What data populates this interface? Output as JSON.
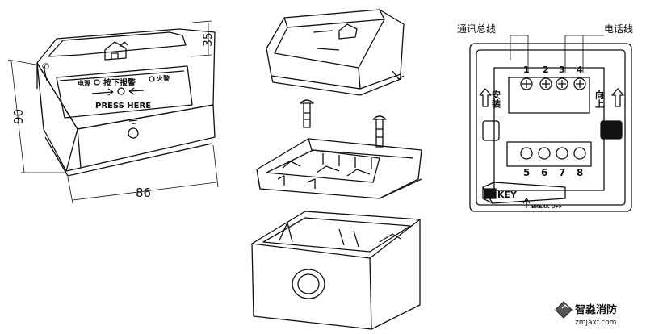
{
  "left_device": {
    "dimensions": {
      "height": "35",
      "depth": "90",
      "width": "86"
    },
    "front_label_cn": "按下报警",
    "front_label_en": "PRESS HERE",
    "indicator_left": "电源",
    "indicator_right": "火警",
    "phone_glyph": "✆"
  },
  "terminal_panel": {
    "bus_label": "通讯总线",
    "phone_label": "电话线",
    "top_terminals": [
      "1",
      "2",
      "3",
      "4"
    ],
    "bottom_terminals": [
      "5",
      "6",
      "7",
      "8"
    ],
    "left_side_text": "安装",
    "right_side_text": "向上",
    "key_label": "KEY",
    "break_off_label": "BREAK OFF"
  },
  "watermark": {
    "name": "智淼消防",
    "url": "zmjaxf.com"
  }
}
